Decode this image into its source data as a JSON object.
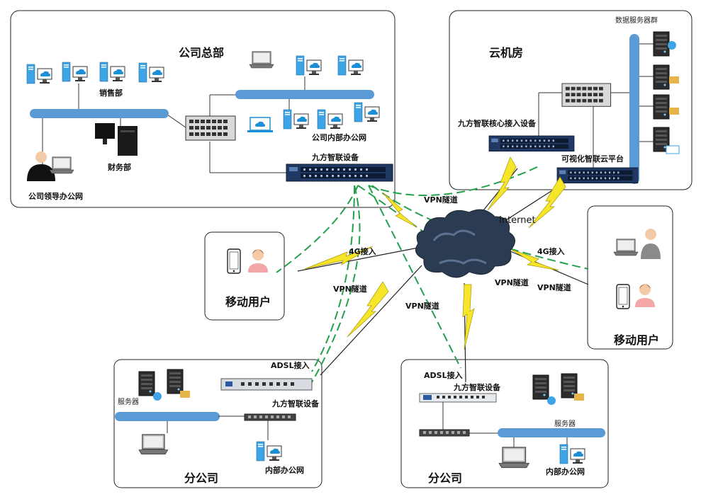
{
  "panels": {
    "hq": {
      "title": "公司总部"
    },
    "cloud": {
      "title": "云机房"
    },
    "mobile_left": {
      "title": "移动用户"
    },
    "mobile_right": {
      "title": "移动用户"
    },
    "branch_left": {
      "title": "分公司"
    },
    "branch_right": {
      "title": "分公司"
    }
  },
  "labels": {
    "hq_sales": "销售部",
    "hq_finance": "财务部",
    "hq_leader": "公司领导办公网",
    "hq_internal": "公司内部办公网",
    "hq_device": "九方智联设备",
    "cloud_servers": "数据服务器群",
    "cloud_core": "九方智联核心接入设备",
    "cloud_platform": "可视化智联云平台",
    "internet": "Internet",
    "vpn_top": "VPN隧道",
    "vpn_left": "VPN隧道",
    "vpn_mid": "VPN隧道",
    "vpn_right1": "VPN隧道",
    "vpn_right2": "VPN隧道",
    "access_4g_left": "4G接入",
    "access_4g_right": "4G接入",
    "bl_adsl": "ADSL接入",
    "bl_device": "九方智联设备",
    "bl_servers": "服务器",
    "bl_internal": "内部办公网",
    "br_adsl": "ADSL接入",
    "br_device": "九方智联设备",
    "br_servers": "服务器",
    "br_internal": "内部办公网"
  },
  "colors": {
    "bus": "#5b9bd5",
    "tunnel": "#22a04a",
    "bolt": "#f7e52a",
    "cloud": "#2b3c52"
  }
}
